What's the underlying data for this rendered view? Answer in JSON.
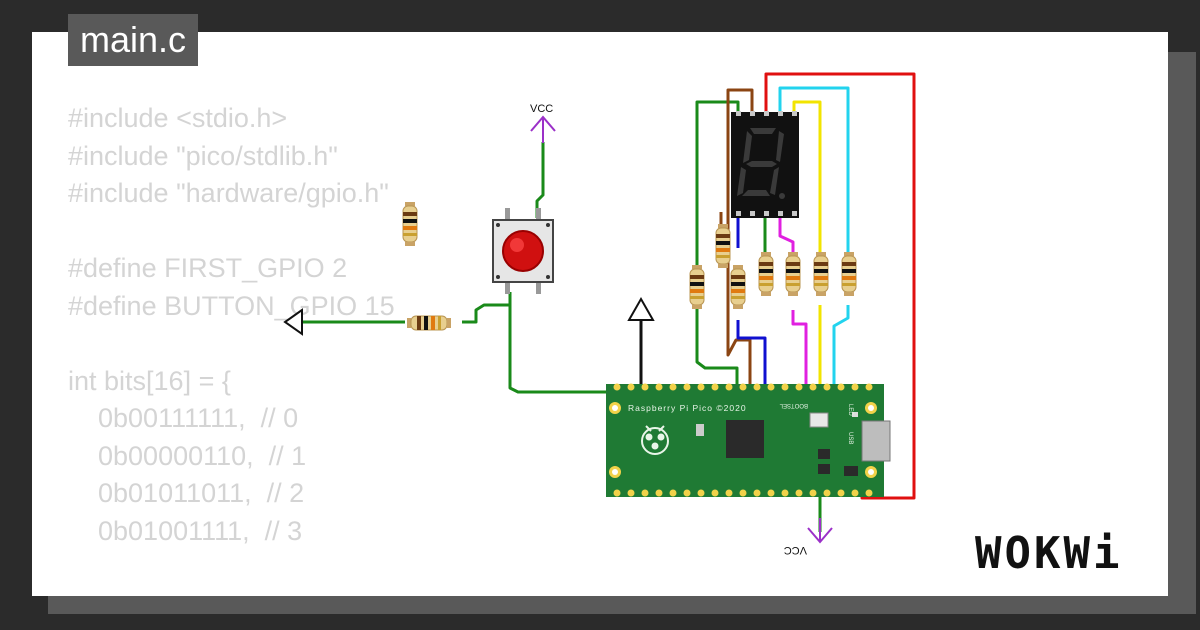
{
  "tab": {
    "label": "main.c"
  },
  "code_lines": [
    "#include <stdio.h>",
    "#include \"pico/stdlib.h\"",
    "#include \"hardware/gpio.h\"",
    "",
    "#define FIRST_GPIO 2",
    "#define BUTTON_GPIO 15",
    "",
    "int bits[16] = {",
    "    0b00111111,  // 0",
    "    0b00000110,  // 1",
    "    0b01011011,  // 2",
    "    0b01001111,  // 3"
  ],
  "circuit": {
    "vcc_top_label": "VCC",
    "vcc_bottom_label": "VCC",
    "board_label": "Raspberry Pi Pico ©2020",
    "board_usb_label": "USB",
    "board_led_label": "LED",
    "board_bootsel_label": "BOOTSEL"
  },
  "brand": {
    "name": "WOKWi"
  },
  "colors": {
    "background": "#2b2b2b",
    "panel": "#ffffff",
    "tab": "#595959",
    "code_text": "#d4d4d4",
    "pcb": "#1f7a34",
    "wire_green": "#1a8a1a",
    "wire_brown": "#8b4513",
    "wire_red": "#e01010",
    "wire_cyan": "#22d3ee",
    "wire_yellow": "#f2e400",
    "wire_magenta": "#e020e0",
    "wire_blue": "#1010d0",
    "vcc_purple": "#9b30c8"
  }
}
